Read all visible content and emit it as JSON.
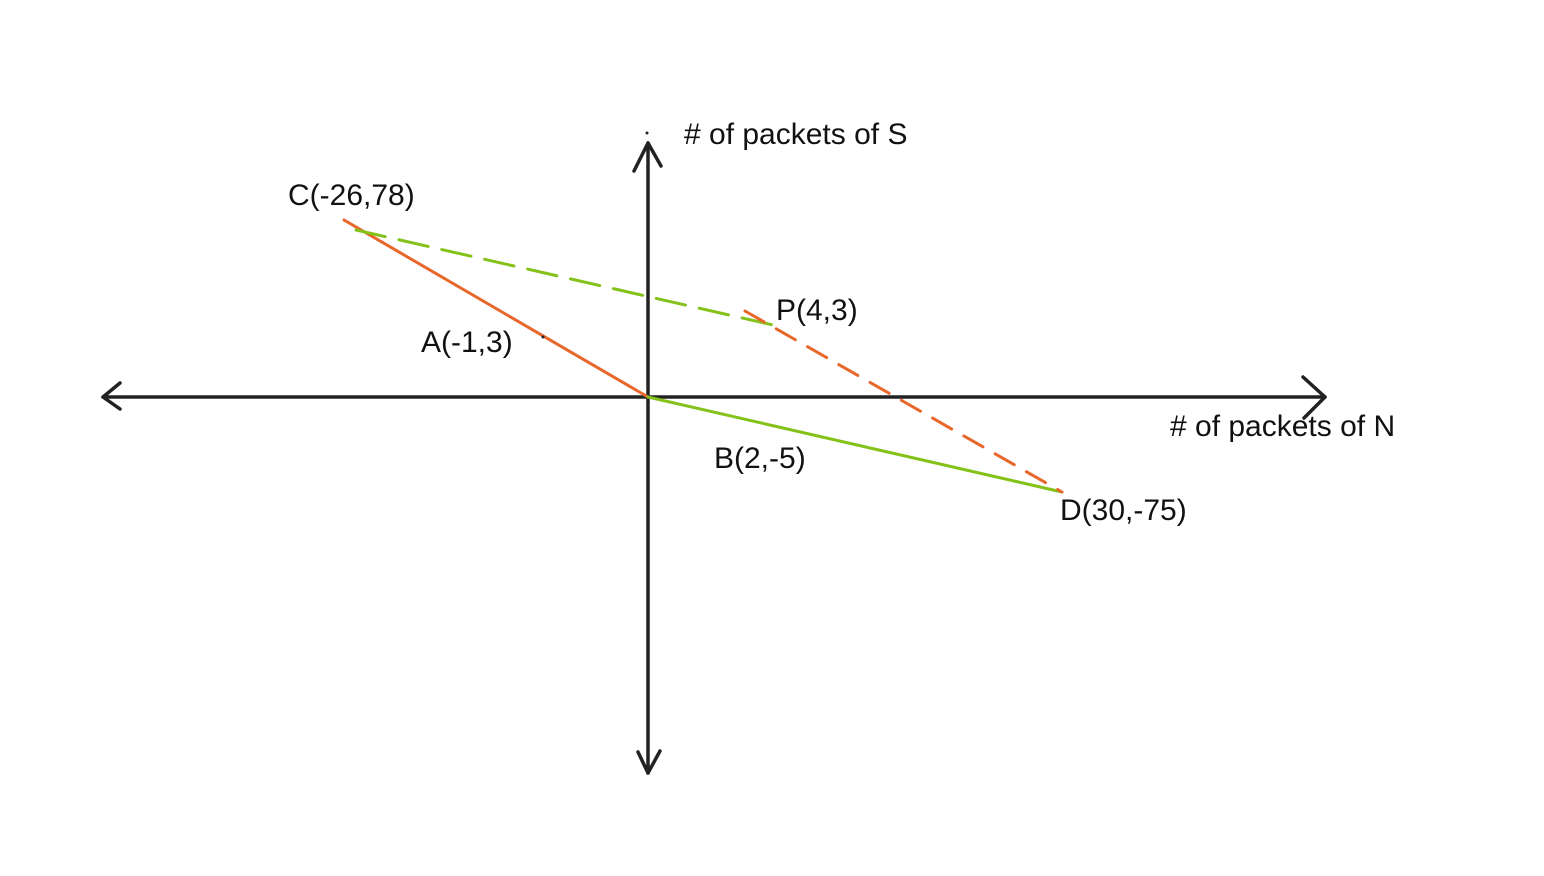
{
  "axes": {
    "x_label": "# of packets of N",
    "y_label": "# of packets of S"
  },
  "points": {
    "C": "C(-26,78)",
    "P": "P(4,3)",
    "A": "A(-1,3)",
    "B": "B(2,-5)",
    "D": "D(30,-75)"
  },
  "colors": {
    "axis": "#222222",
    "orange": "#e8672b",
    "green": "#84c21a"
  }
}
